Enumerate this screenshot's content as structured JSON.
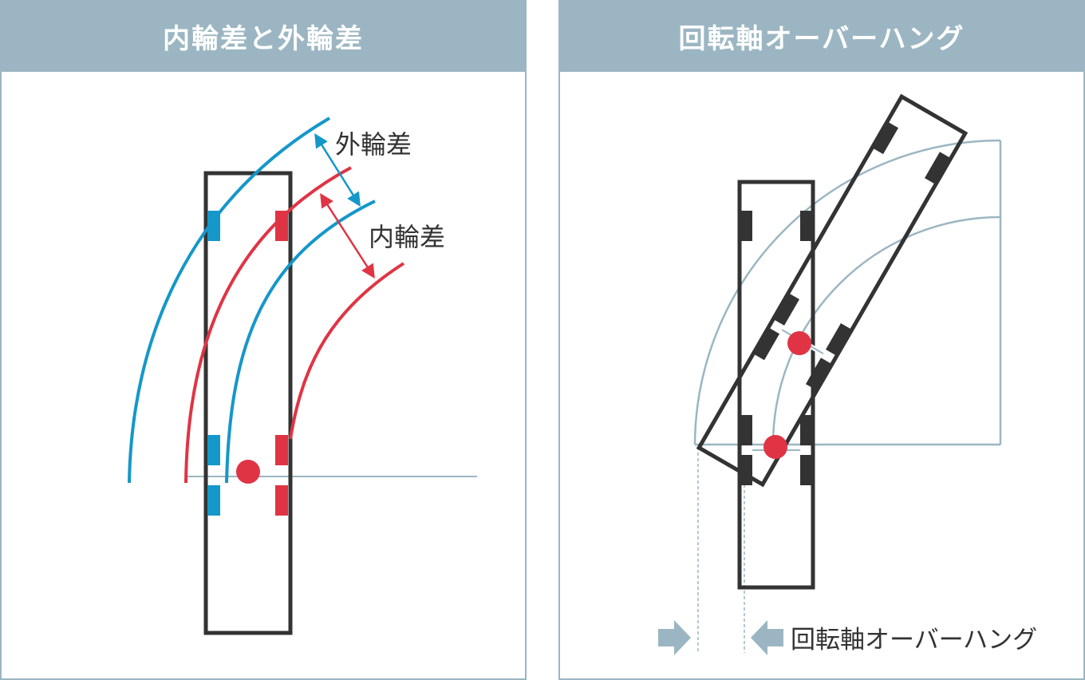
{
  "left_panel": {
    "title": "内輪差と外輪差",
    "label_outer": "外輪差",
    "label_inner": "内輪差"
  },
  "right_panel": {
    "title": "回転軸オーバーハング",
    "label_overhang": "回転軸オーバーハング"
  },
  "colors": {
    "header": "#9bb6c2",
    "blue": "#1597c9",
    "red": "#e03444",
    "truck": "#333333",
    "grey_line": "#9bb6c2"
  }
}
